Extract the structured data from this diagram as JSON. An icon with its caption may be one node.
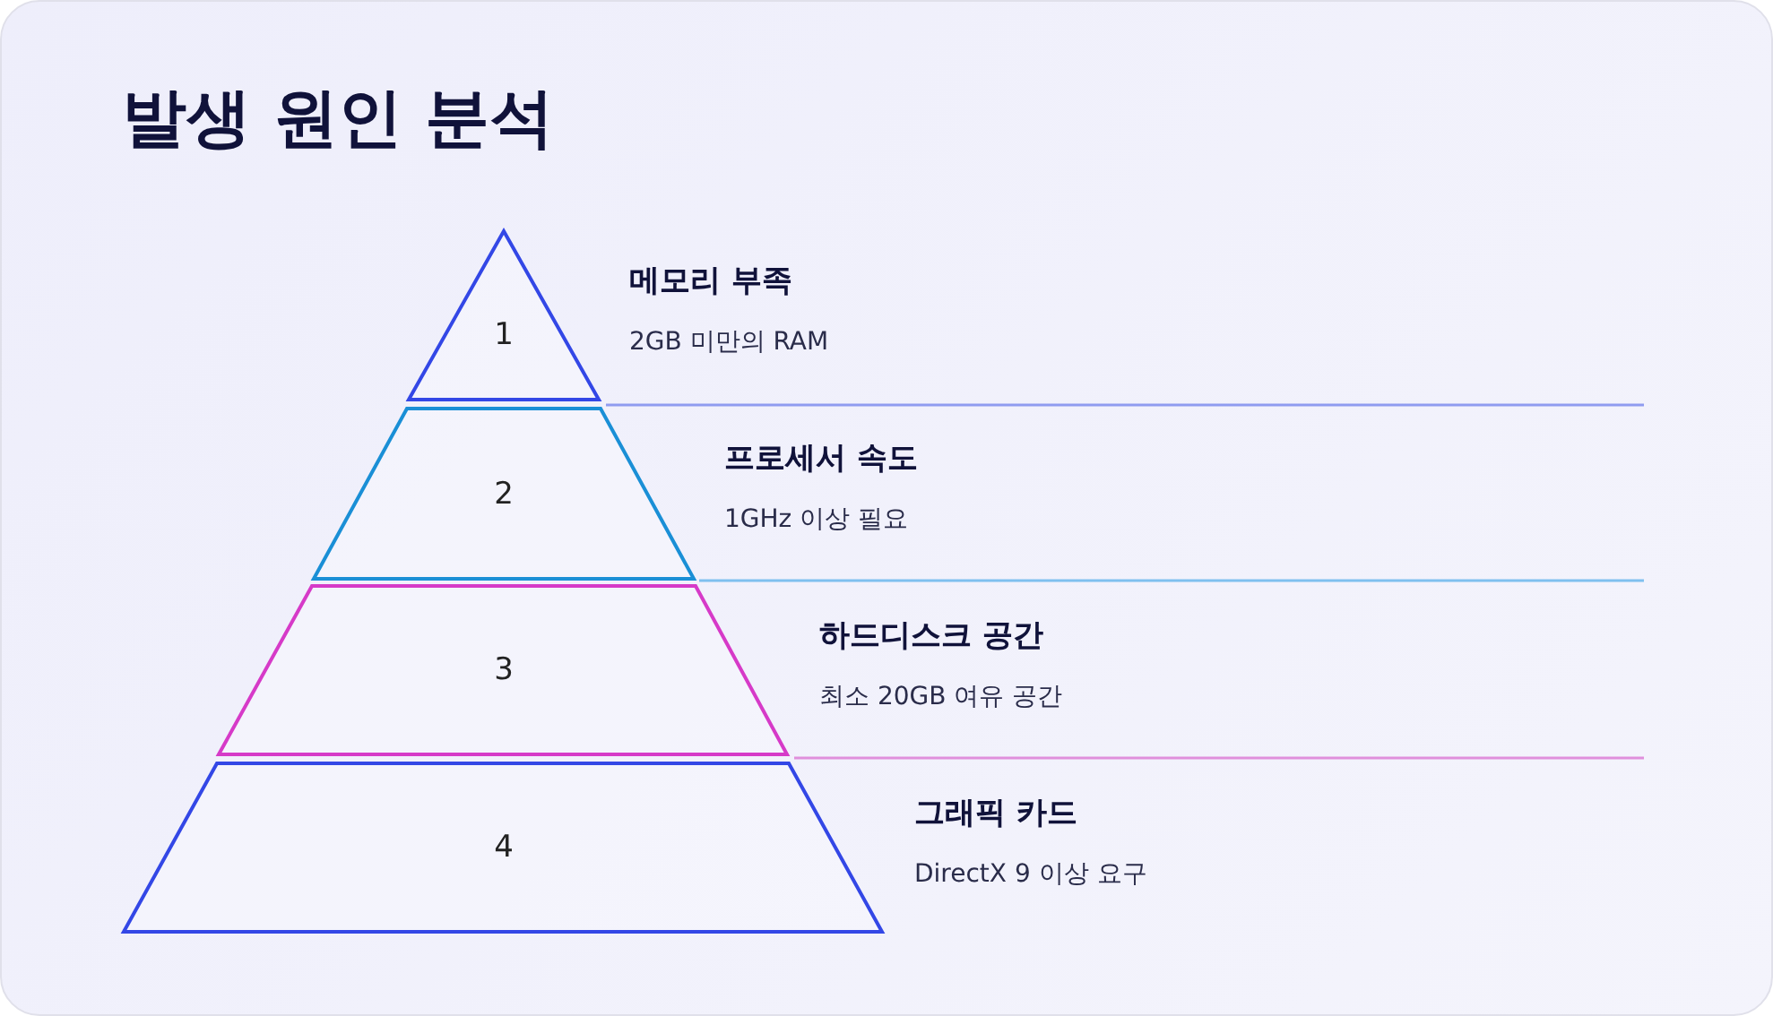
{
  "diagram": {
    "title": "발생 원인 분석",
    "nodes": [
      {
        "text": [
          "1"
        ],
        "beside": [
          "메모리 부족",
          "2GB 미만의 RAM"
        ]
      },
      {
        "text": [
          "2"
        ],
        "beside": [
          "프로세서 속도",
          "1GHz 이상 필요"
        ]
      },
      {
        "text": [
          "3"
        ],
        "beside": [
          "하드디스크 공간",
          "최소 20GB 여유 공간"
        ]
      },
      {
        "text": [
          "4"
        ],
        "beside": [
          "그래픽 카드",
          "DirectX 9 이상 요구"
        ]
      }
    ],
    "edges": []
  }
}
